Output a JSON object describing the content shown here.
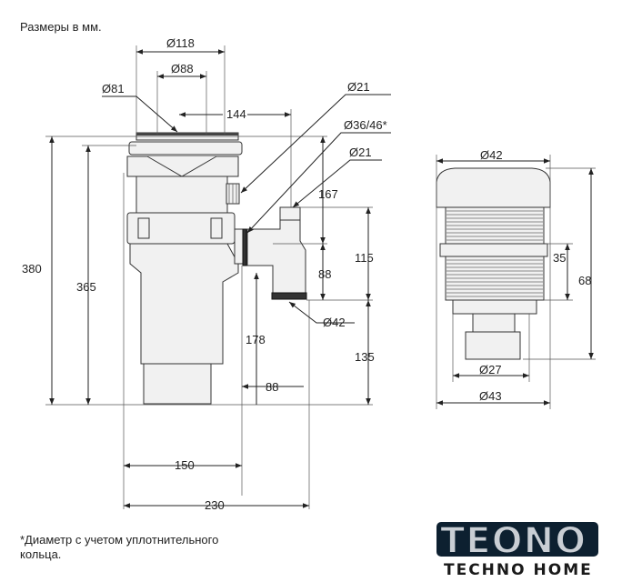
{
  "title": "Размеры в мм.",
  "disposer": {
    "d_top_outer": "Ø118",
    "d_top_inner": "Ø88",
    "d_flange": "Ø81",
    "offset_144": "144",
    "d_dishwasher_inlet": "Ø21",
    "d_outlet_seal": "Ø36/46*",
    "d_outlet_top": "Ø21",
    "h_167": "167",
    "h_115": "115",
    "h_88_outlet": "88",
    "h_380": "380",
    "h_365": "365",
    "d_outlet_bottom": "Ø42",
    "h_178": "178",
    "h_135": "135",
    "w_88": "88",
    "w_150": "150",
    "w_230": "230"
  },
  "button": {
    "d_cap": "Ø42",
    "h_35": "35",
    "h_68": "68",
    "d_nut": "Ø27",
    "d_body": "Ø43"
  },
  "footnote": [
    "*Диаметр с учетом уплотнительного",
    "кольца."
  ],
  "logo": {
    "main": "TEONO",
    "sub": "TECHNO HOME"
  }
}
